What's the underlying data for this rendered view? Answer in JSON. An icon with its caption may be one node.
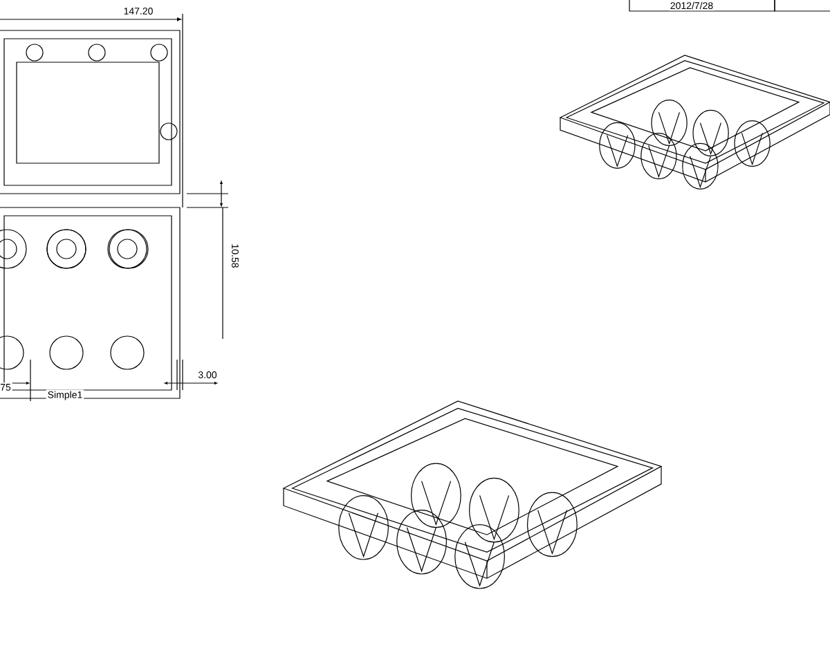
{
  "diagram": {
    "labels": [
      "147.20",
      "2012/7/28",
      "10.58",
      "3.00",
      "75",
      "Simple1"
    ]
  }
}
